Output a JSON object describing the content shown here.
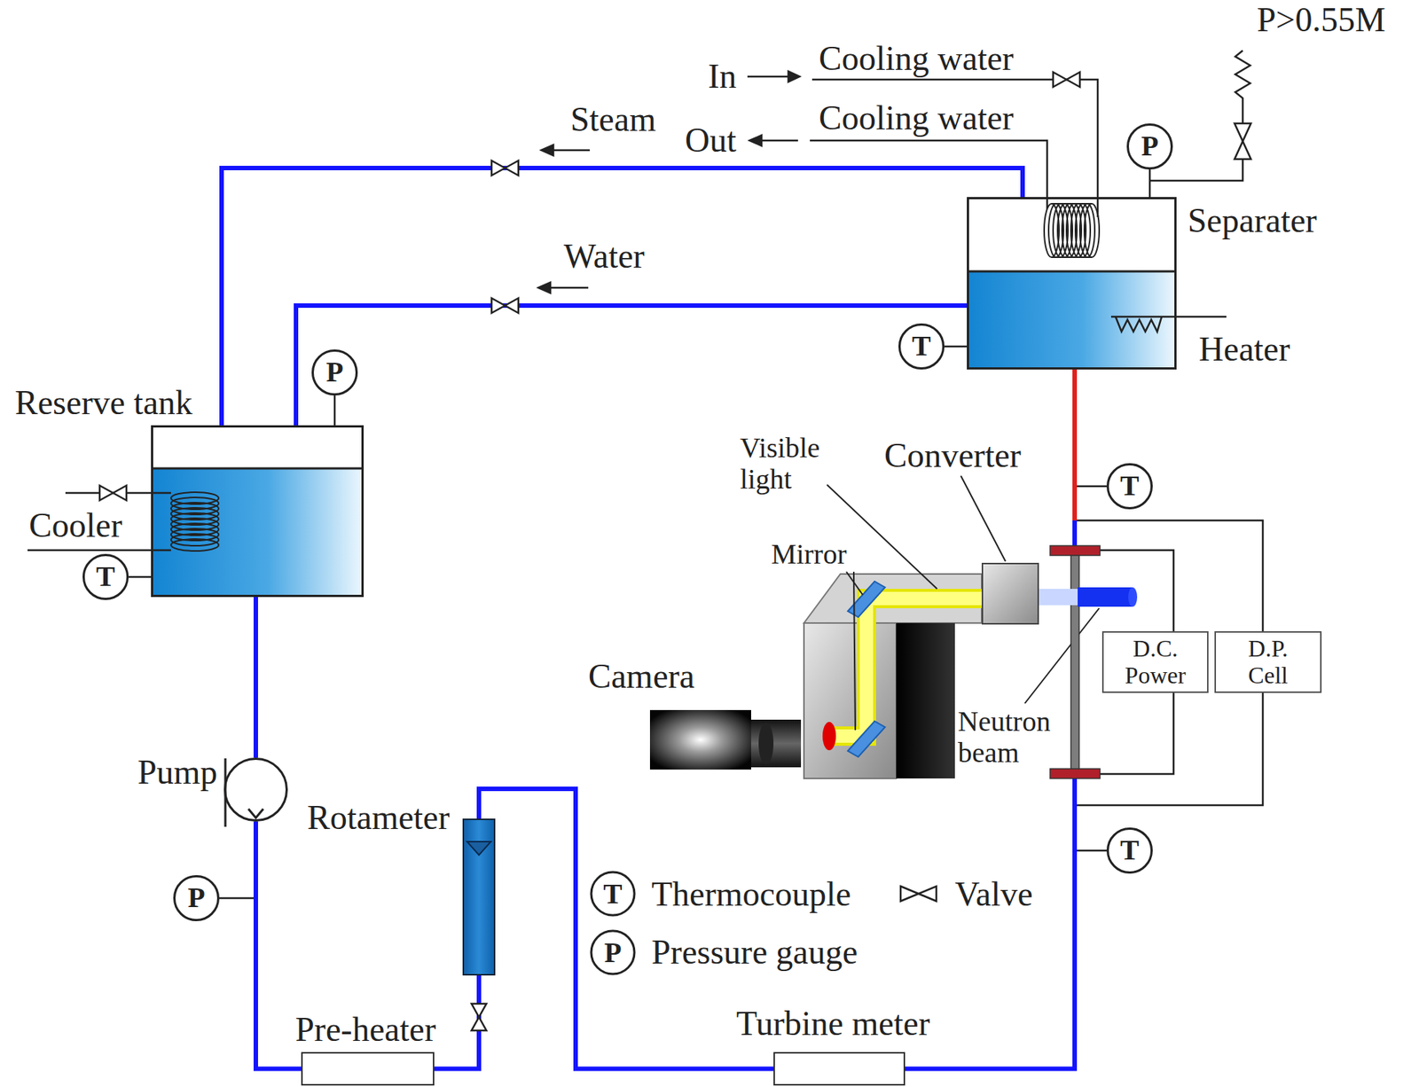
{
  "diagram": {
    "nodes": [
      {
        "text": [
          "Reserve tank"
        ]
      },
      {
        "text": [
          "Separater"
        ]
      },
      {
        "text": [
          "Pump"
        ]
      },
      {
        "text": [
          "Rotameter"
        ]
      },
      {
        "text": [
          "Pre-heater"
        ]
      },
      {
        "text": [
          "Turbine meter"
        ]
      },
      {
        "text": [
          "D.C. Power"
        ]
      },
      {
        "text": [
          "D.P. Cell"
        ]
      },
      {
        "text": [
          "Camera"
        ]
      },
      {
        "text": [
          "Converter"
        ]
      },
      {
        "text": [
          "T"
        ]
      },
      {
        "text": [
          "P"
        ]
      },
      {
        "text": [
          "P"
        ]
      },
      {
        "text": [
          "T"
        ]
      },
      {
        "text": [
          "P"
        ]
      },
      {
        "text": [
          "T"
        ]
      },
      {
        "text": [
          "T"
        ]
      }
    ],
    "edges": [
      {
        "from": 0,
        "to": 2,
        "arrow": "none"
      },
      {
        "from": 2,
        "to": 4,
        "arrow": "none"
      },
      {
        "from": 4,
        "to": 3,
        "arrow": "none"
      },
      {
        "from": 3,
        "to": 5,
        "arrow": "none"
      },
      {
        "from": 5,
        "to": 1,
        "arrow": "none"
      },
      {
        "from": 1,
        "to": 0,
        "arrow": "none"
      },
      {
        "from": 1,
        "to": 0,
        "arrow": "none"
      },
      {
        "from": 10,
        "to": 1,
        "arrow": "none"
      },
      {
        "from": 11,
        "to": 1,
        "arrow": "none"
      },
      {
        "from": 12,
        "to": 0,
        "arrow": "none"
      },
      {
        "from": 13,
        "to": 0,
        "arrow": "none"
      }
    ],
    "labels": [
      "P>0.55M",
      "In",
      "Cooling water",
      "Out",
      "Cooling water",
      "Steam",
      "Water",
      "Heater",
      "Cooler",
      "Visible light",
      "Mirror",
      "Neutron beam",
      "T",
      "P"
    ],
    "legend": [
      {
        "text": "Thermocouple"
      },
      {
        "text": "Pressure gauge"
      },
      {
        "text": "Valve"
      }
    ]
  }
}
